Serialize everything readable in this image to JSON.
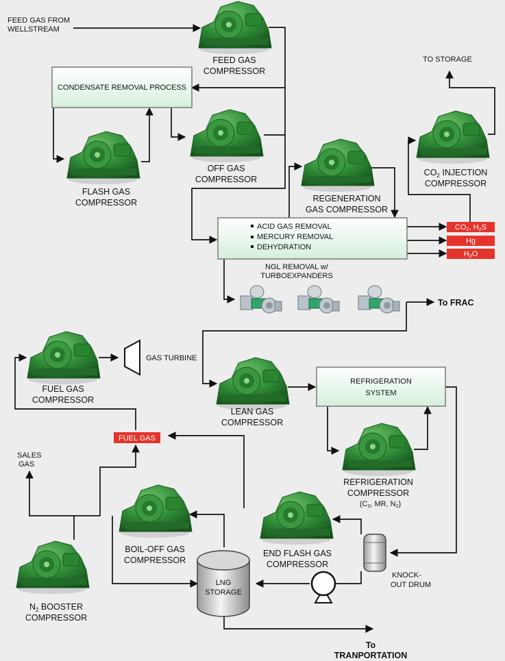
{
  "inputs": {
    "feed_gas_line1": "FEED GAS FROM",
    "feed_gas_line2": "WELLSTREAM"
  },
  "equipment": {
    "feed_gas_compressor": [
      "FEED GAS",
      "COMPRESSOR"
    ],
    "condensate_removal_process": "CONDENSATE REMOVAL PROCESS",
    "off_gas_compressor": [
      "OFF GAS",
      "COMPRESSOR"
    ],
    "flash_gas_compressor": [
      "FLASH GAS",
      "COMPRESSOR"
    ],
    "regeneration_gas_compressor": [
      "REGENERATION",
      "GAS COMPRESSOR"
    ],
    "co2_injection_compressor": {
      "line1_prefix": "CO",
      "line1_sub": "2",
      "line1_suffix": " INJECTION",
      "line2": "COMPRESSOR"
    },
    "treatment_steps": [
      "ACID GAS REMOVAL",
      "MERCURY REMOVAL",
      "DEHYDRATION"
    ],
    "ngl_removal": [
      "NGL REMOVAL w/",
      "TURBOEXPANDERS"
    ],
    "fuel_gas_compressor": [
      "FUEL GAS",
      "COMPRESSOR"
    ],
    "gas_turbine": "GAS TURBINE",
    "lean_gas_compressor": [
      "LEAN GAS",
      "COMPRESSOR"
    ],
    "refrigeration_system": [
      "REFRIGERATION",
      "SYSTEM"
    ],
    "refrigeration_compressor": {
      "line1": "REFRIGERATION",
      "line2": "COMPRESSOR",
      "detail_open": "(C",
      "detail_sub1": "3",
      "detail_mid": ", MR, N",
      "detail_sub2": "2",
      "detail_close": ")"
    },
    "boil_off_gas_compressor": [
      "BOIL-OFF GAS",
      "COMPRESSOR"
    ],
    "end_flash_gas_compressor": [
      "END FLASH GAS",
      "COMPRESSOR"
    ],
    "knockout_drum": [
      "KNOCK-",
      "OUT DRUM"
    ],
    "lng_storage": [
      "LNG",
      "STORAGE"
    ],
    "n2_booster_compressor": {
      "line1_prefix": "N",
      "line1_sub": "2",
      "line1_suffix": " BOOSTER",
      "line2": "COMPRESSOR"
    }
  },
  "outputs": {
    "to_storage": "TO STORAGE",
    "co2_h2s": {
      "a": "CO",
      "a_sub": "2",
      "b": ", H",
      "b_sub": "2",
      "c": "S"
    },
    "hg": "Hg",
    "h2o": {
      "a": "H",
      "a_sub": "2",
      "b": "O"
    },
    "to_frac": "To FRAC",
    "sales_gas": [
      "SALES",
      "GAS"
    ],
    "fuel_gas_tag": "FUEL GAS",
    "to_transportation": [
      "To",
      "TRANPORTATION"
    ]
  },
  "colors": {
    "background": "#ededed",
    "compressor_green": "#2f8a3a",
    "process_box_fill": "#e3f3e7",
    "output_tag_red": "#e4332a",
    "line": "#111111"
  }
}
